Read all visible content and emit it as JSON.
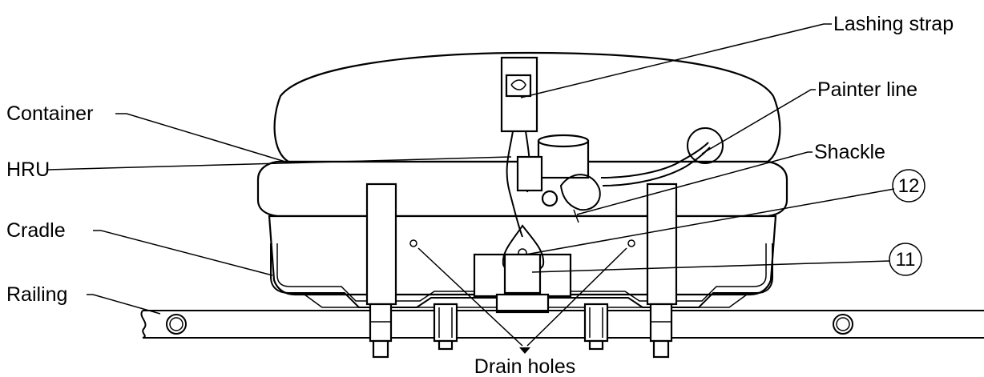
{
  "labels": {
    "lashing_strap": "Lashing strap",
    "painter_line": "Painter line",
    "container": "Container",
    "shackle": "Shackle",
    "hru": "HRU",
    "cradle": "Cradle",
    "railing": "Railing",
    "drain_holes": "Drain holes"
  },
  "callouts": {
    "c12": "12",
    "c11": "11"
  }
}
